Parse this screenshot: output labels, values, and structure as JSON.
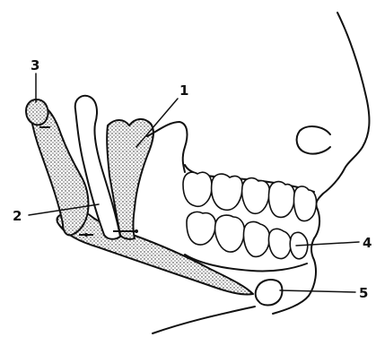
{
  "callouts": [
    {
      "id": "1",
      "label": "1"
    },
    {
      "id": "2",
      "label": "2"
    },
    {
      "id": "3",
      "label": "3"
    },
    {
      "id": "4",
      "label": "4"
    },
    {
      "id": "5",
      "label": "5"
    }
  ],
  "colors": {
    "line": "#111111",
    "background": "#ffffff",
    "stipple": "#222222"
  },
  "icons": {
    "face-profile": "face-outline-icon",
    "jaw-apparatus": "mandible-mechanism-icon"
  }
}
